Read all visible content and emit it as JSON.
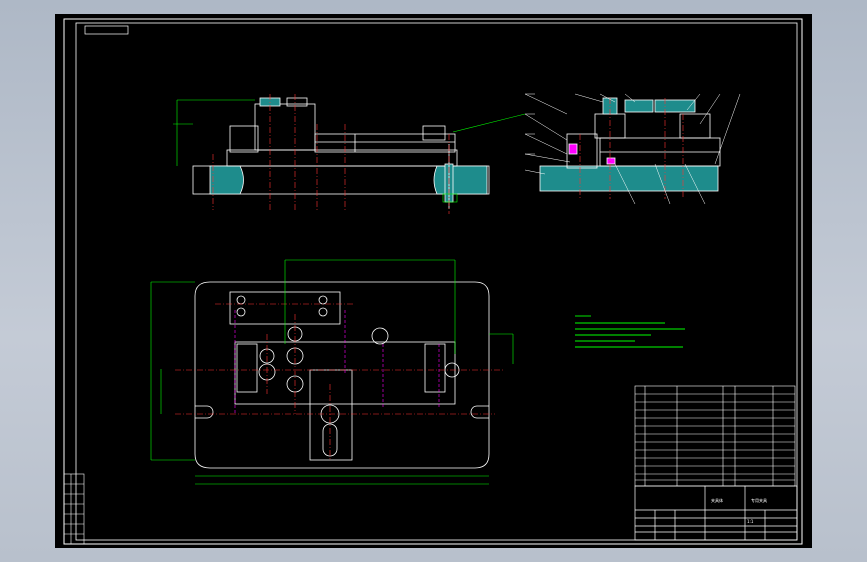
{
  "drawing": {
    "background": "#000000",
    "frame_color": "#ffffff",
    "dimension_color": "#00ff00",
    "center_line_color": "#ff3333",
    "hidden_line_color": "#ff00ff",
    "hatch_color": "#1e8c8c"
  },
  "title_block": {
    "name_cell": "夹具体",
    "title_cell": "专用夹具",
    "scale_cell": "1:1"
  }
}
